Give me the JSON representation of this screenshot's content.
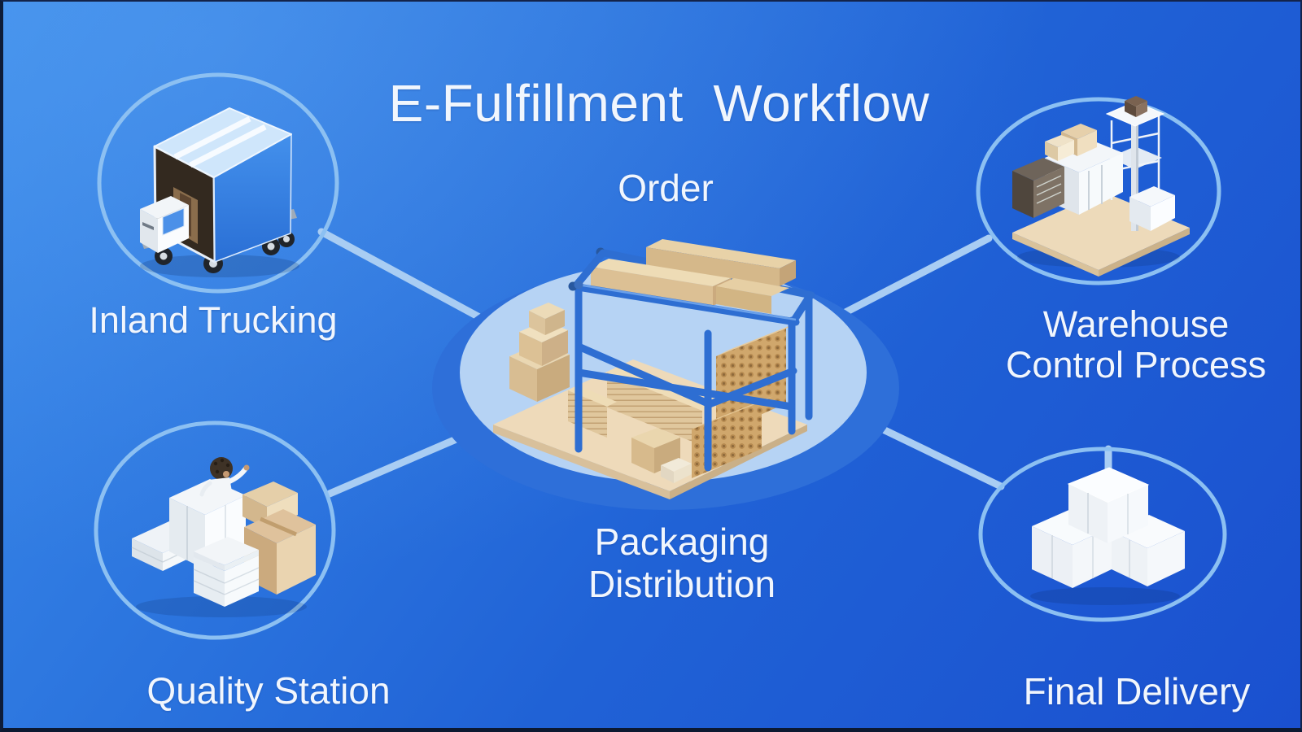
{
  "title": "E-Fulfillment  Workflow",
  "hub": {
    "top_label": "Order",
    "bottom_label_line1": "Packaging",
    "bottom_label_line2": "Distribution",
    "icon": "storage-rack-illustration"
  },
  "nodes": {
    "inland_trucking": {
      "label": "Inland Trucking",
      "icon": "delivery-truck-illustration"
    },
    "warehouse_control": {
      "label_line1": "Warehouse",
      "label_line2": "Control Process",
      "icon": "warehouse-machine-illustration"
    },
    "quality_station": {
      "label": "Quality Station",
      "icon": "inspection-boxes-illustration"
    },
    "final_delivery": {
      "label": "Final Delivery",
      "icon": "parcel-boxes-illustration"
    }
  },
  "colors": {
    "background_top": "#3c8ceb",
    "background_bottom": "#1a50cf",
    "ring_stroke": "#8cc0f2",
    "connector": "#a9cdf3",
    "hub_fill": "#b6d3f4",
    "hub_shadow": "#2e6fd9",
    "text": "#f1f6fd",
    "cardboard": "#dcc096",
    "rack_pipe": "#2e6ed2"
  }
}
